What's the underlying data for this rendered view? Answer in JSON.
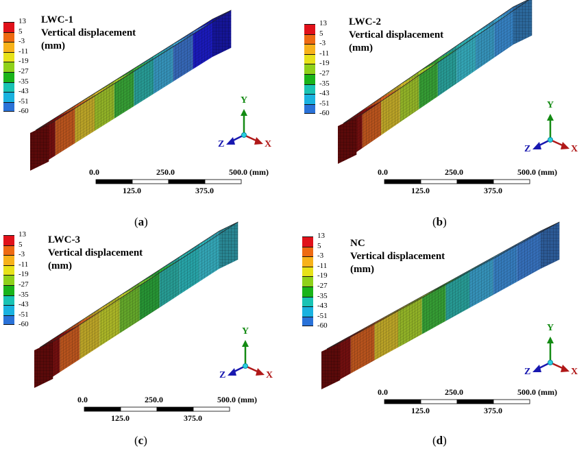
{
  "legend": {
    "values": [
      "13",
      "5",
      "-3",
      "-11",
      "-19",
      "-27",
      "-35",
      "-43",
      "-51",
      "-60"
    ],
    "colors": [
      "#e0111a",
      "#ee6a12",
      "#f7b21a",
      "#e7e21a",
      "#8fd11a",
      "#1ab41a",
      "#19c3b4",
      "#1ab2e0",
      "#2a72d8",
      "#1a1ae0"
    ]
  },
  "scale": {
    "labels_top": [
      "0.0",
      "250.0",
      "500.0 (mm)"
    ],
    "labels_bottom": [
      "125.0",
      "375.0"
    ]
  },
  "axes": {
    "x": "X",
    "y": "Y",
    "z": "Z"
  },
  "panels": [
    {
      "name": "LWC-1",
      "subtitle": "Vertical displacement",
      "unit": "(mm)",
      "caption_letter": "a",
      "segments": [
        "#7a1010",
        "#c75a20",
        "#c9b02a",
        "#9cc02a",
        "#3aa838",
        "#2aa6a0",
        "#3a9ec8",
        "#3a6fc4",
        "#1c1cc8"
      ]
    },
    {
      "name": "LWC-2",
      "subtitle": "Vertical displacement",
      "unit": "(mm)",
      "caption_letter": "b",
      "segments": [
        "#7a1010",
        "#c75a20",
        "#c9b02a",
        "#9cc02a",
        "#3aa838",
        "#2aa6a0",
        "#37b2c4",
        "#3a9ec8",
        "#3a8ad0"
      ]
    },
    {
      "name": "LWC-3",
      "subtitle": "Vertical displacement",
      "unit": "(mm)",
      "caption_letter": "c",
      "segments": [
        "#7a1010",
        "#c75a20",
        "#c9b02a",
        "#b8c42a",
        "#6cb42e",
        "#2aa038",
        "#2aa8a0",
        "#2ab0b4",
        "#37b2c4"
      ]
    },
    {
      "name": "NC",
      "subtitle": "Vertical displacement",
      "unit": "(mm)",
      "caption_letter": "d",
      "segments": [
        "#7a1010",
        "#c75a20",
        "#c9b02a",
        "#9cc02a",
        "#3aa838",
        "#2aa6a0",
        "#3a9ec8",
        "#3a86cc",
        "#3a78c8"
      ]
    }
  ]
}
